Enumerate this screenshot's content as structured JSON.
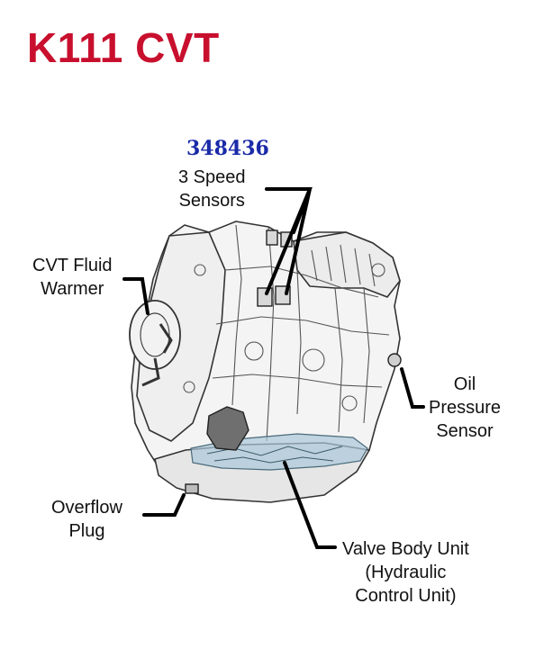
{
  "title": "K111 CVT",
  "part_number": "348436",
  "callouts": {
    "speed_sensors": [
      "3 Speed",
      "Sensors"
    ],
    "fluid_warmer": [
      "CVT Fluid",
      "Warmer"
    ],
    "oil_pressure": [
      "Oil",
      "Pressure",
      "Sensor"
    ],
    "overflow_plug": [
      "Overflow",
      "Plug"
    ],
    "valve_body": [
      "Valve Body Unit",
      "(Hydraulic",
      "Control Unit)"
    ]
  },
  "colors": {
    "title": "#c8102e",
    "part_number": "#1a2aa8",
    "valve_body_tint": "#a9c8d8"
  }
}
